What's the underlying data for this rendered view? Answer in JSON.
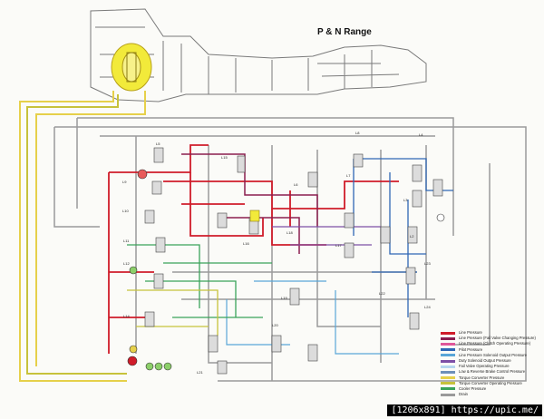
{
  "title": "P & N Range",
  "watermark": "[1206x891] https://upic.me/",
  "valve_labels": [
    "L5",
    "L9",
    "L10",
    "L11",
    "L12",
    "L14",
    "L15",
    "L16",
    "L18",
    "L19",
    "L20",
    "L21",
    "L8",
    "L4",
    "L7",
    "L6",
    "L17",
    "L23",
    "L24",
    "L22",
    "L3",
    "L2"
  ],
  "legend": [
    {
      "label": "Line Pressure",
      "color": "#d01c2a"
    },
    {
      "label": "Line Pressure (Fail Valve Changing Pressure)",
      "color": "#8b1e4f"
    },
    {
      "label": "Line Pressure (Clutch Operating Pressure)",
      "color": "#e0579a"
    },
    {
      "label": "Pilot Pressure",
      "color": "#2f67b5"
    },
    {
      "label": "Line Pressure Solenoid Output Pressure",
      "color": "#5aa6d8"
    },
    {
      "label": "Duty Solenoid Output Pressure",
      "color": "#7d4fa6"
    },
    {
      "label": "Fail Valve Operating Pressure",
      "color": "#b6d7ef"
    },
    {
      "label": "Low & Reverse Brake Control Pressure",
      "color": "#6e8fb8"
    },
    {
      "label": "Torque Converter Pressure",
      "color": "#e6d04a"
    },
    {
      "label": "Torque Converter Operating Pressure",
      "color": "#c7c23b"
    },
    {
      "label": "Cooler Pressure",
      "color": "#3aa35a"
    },
    {
      "label": "Drain",
      "color": "#9a9a9a"
    }
  ],
  "colors": {
    "line": "#d01c2a",
    "drain": "#9a9a9a",
    "tc": "#e6d04a",
    "cooler": "#3aa35a",
    "pilot": "#2f67b5"
  }
}
